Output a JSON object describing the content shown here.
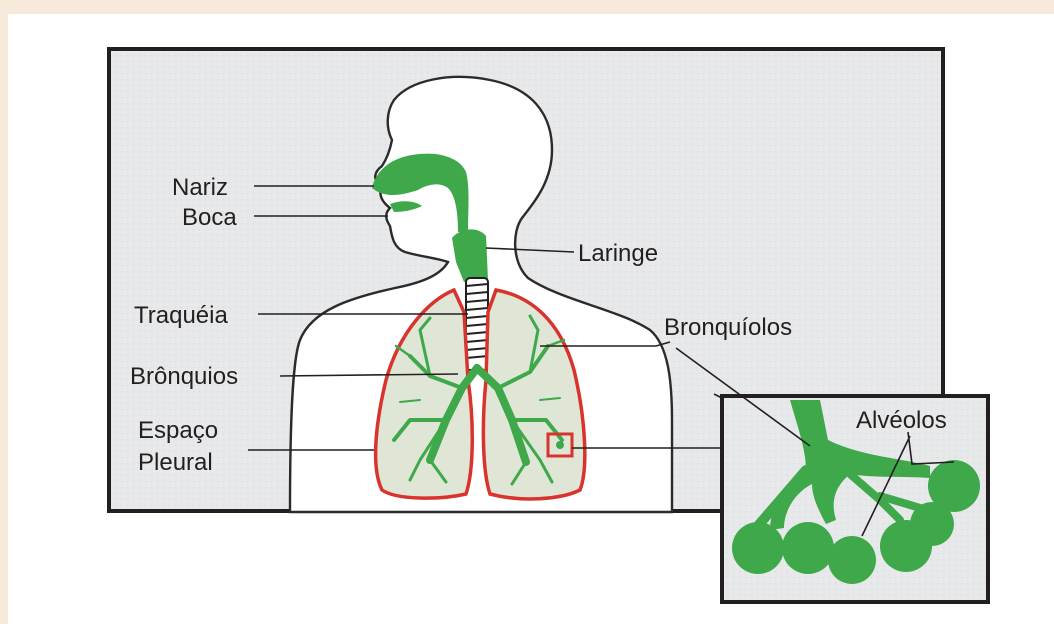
{
  "labels": {
    "nariz": "Nariz",
    "boca": "Boca",
    "laringe": "Laringe",
    "traqueia": "Traquéia",
    "bronquiolos": "Bronquíolos",
    "bronquios": "Brônquios",
    "espaco": "Espaço",
    "pleural": "Pleural",
    "alveolos": "Alvéolos"
  },
  "colors": {
    "page_background": "#f7e9da",
    "panel_background": "#e8e9ea",
    "airway_green": "#3ea84b",
    "pleura_red": "#d8332c",
    "frame": "#231f20"
  }
}
